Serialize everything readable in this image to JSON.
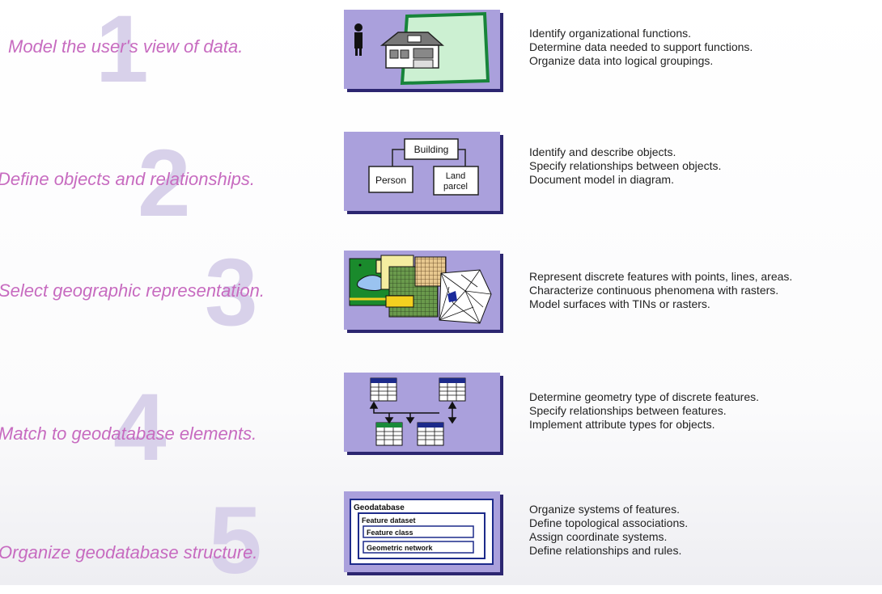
{
  "steps": [
    {
      "number": "1",
      "title": "Model the user's view of data.",
      "lines": [
        "Identify organizational functions.",
        "Determine data needed to support functions.",
        "Organize data into logical groupings."
      ]
    },
    {
      "number": "2",
      "title": "Define objects and relationships.",
      "lines": [
        "Identify and describe objects.",
        "Specify relationships between objects.",
        "Document model in diagram."
      ],
      "diagram": {
        "building": "Building",
        "person": "Person",
        "land": "Land",
        "parcel": "parcel"
      }
    },
    {
      "number": "3",
      "title": "Select geographic representation.",
      "lines": [
        "Represent discrete features with points, lines, areas.",
        "Characterize continuous phenomena with rasters.",
        "Model surfaces with TINs or rasters."
      ]
    },
    {
      "number": "4",
      "title": "Match to geodatabase elements.",
      "lines": [
        "Determine geometry type of discrete features.",
        "Specify relationships between features.",
        "Implement attribute types for objects."
      ]
    },
    {
      "number": "5",
      "title": "Organize geodatabase structure.",
      "lines": [
        "Organize systems of features.",
        "Define topological associations.",
        "Assign coordinate systems.",
        "Define relationships and rules."
      ],
      "diagram": {
        "geodatabase": "Geodatabase",
        "feature_dataset": "Feature dataset",
        "feature_class": "Feature class",
        "geometric_network": "Geometric network"
      }
    }
  ],
  "colors": {
    "title": "#c76bc0",
    "numeral": "#d8d1ea",
    "panel": "#aaa0dc",
    "panel_shadow": "#2c2670"
  },
  "icons": [
    "person-icon",
    "house-icon",
    "land-parcel-icon",
    "raster-grid-icon",
    "tin-icon",
    "table-icon",
    "arrow-icon"
  ]
}
